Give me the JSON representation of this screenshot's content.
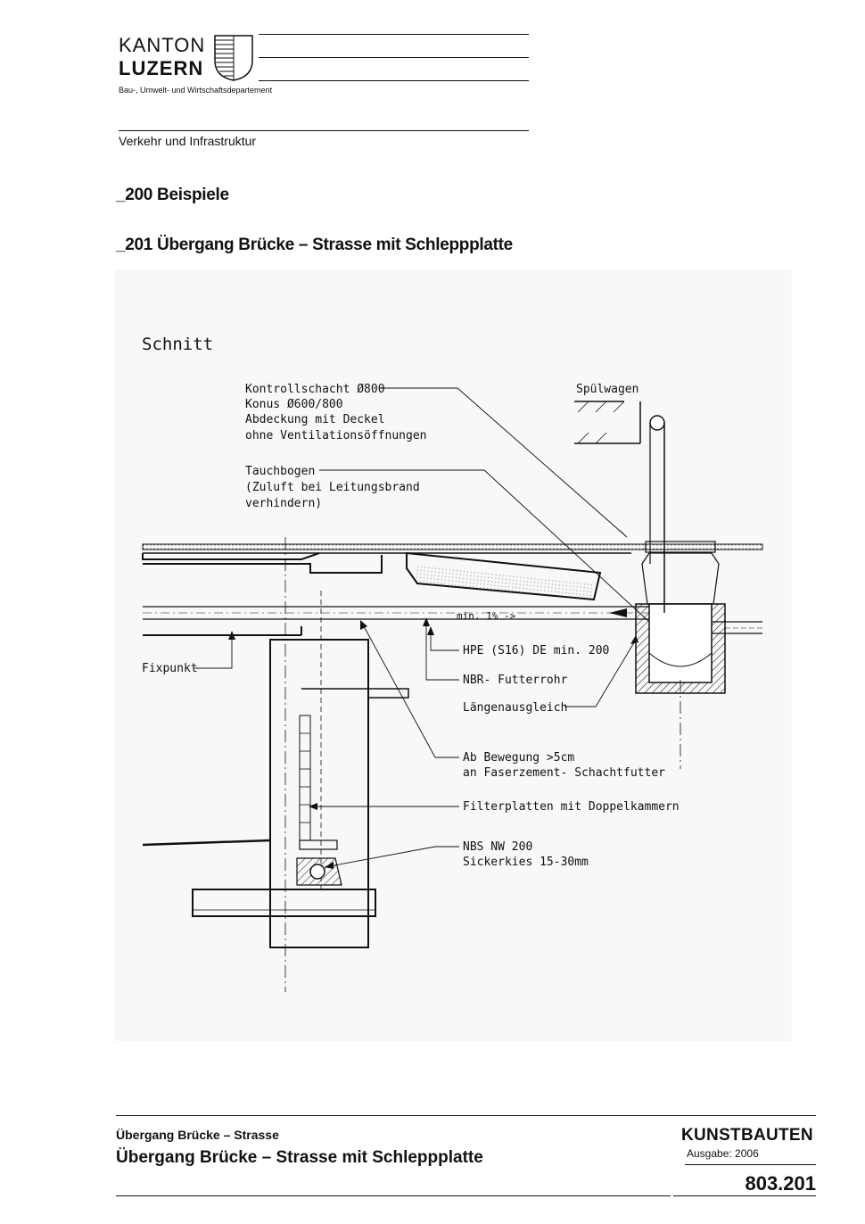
{
  "header": {
    "org_line1": "KANTON",
    "org_line2": "LUZERN",
    "department": "Bau-, Umwelt- und Wirtschaftsdepartement",
    "unit": "Verkehr und Infrastruktur"
  },
  "section": {
    "heading": "_200 Beispiele",
    "subheading": "_201 Übergang Brücke – Strasse mit Schleppplatte"
  },
  "drawing": {
    "title": "Schnitt",
    "labels": {
      "kontrollschacht_1": "Kontrollschacht Ø800",
      "kontrollschacht_2": "Konus Ø600/800",
      "kontrollschacht_3": "Abdeckung mit Deckel",
      "kontrollschacht_4": "ohne Ventilationsöffnungen",
      "spuelwagen": "Spülwagen",
      "tauchbogen_1": "Tauchbogen",
      "tauchbogen_2": "(Zuluft bei Leitungsbrand",
      "tauchbogen_3": "verhindern)",
      "slope": "min. 1% ->",
      "hpe": "HPE (S16) DE min. 200",
      "fixpunkt": "Fixpunkt",
      "nbr": "NBR- Futterrohr",
      "laengen": "Längenausgleich",
      "bewegung_1": "Ab Bewegung >5cm",
      "bewegung_2": "an Faserzement- Schachtfutter",
      "filter": "Filterplatten mit Doppelkammern",
      "nbs_1": "NBS NW 200",
      "nbs_2": "Sickerkies 15-30mm"
    }
  },
  "footer": {
    "title_small": "Übergang Brücke – Strasse",
    "title_big": "Übergang Brücke – Strasse mit Schleppplatte",
    "category": "KUNSTBAUTEN",
    "edition": "Ausgabe: 2006",
    "number": "803.201"
  }
}
